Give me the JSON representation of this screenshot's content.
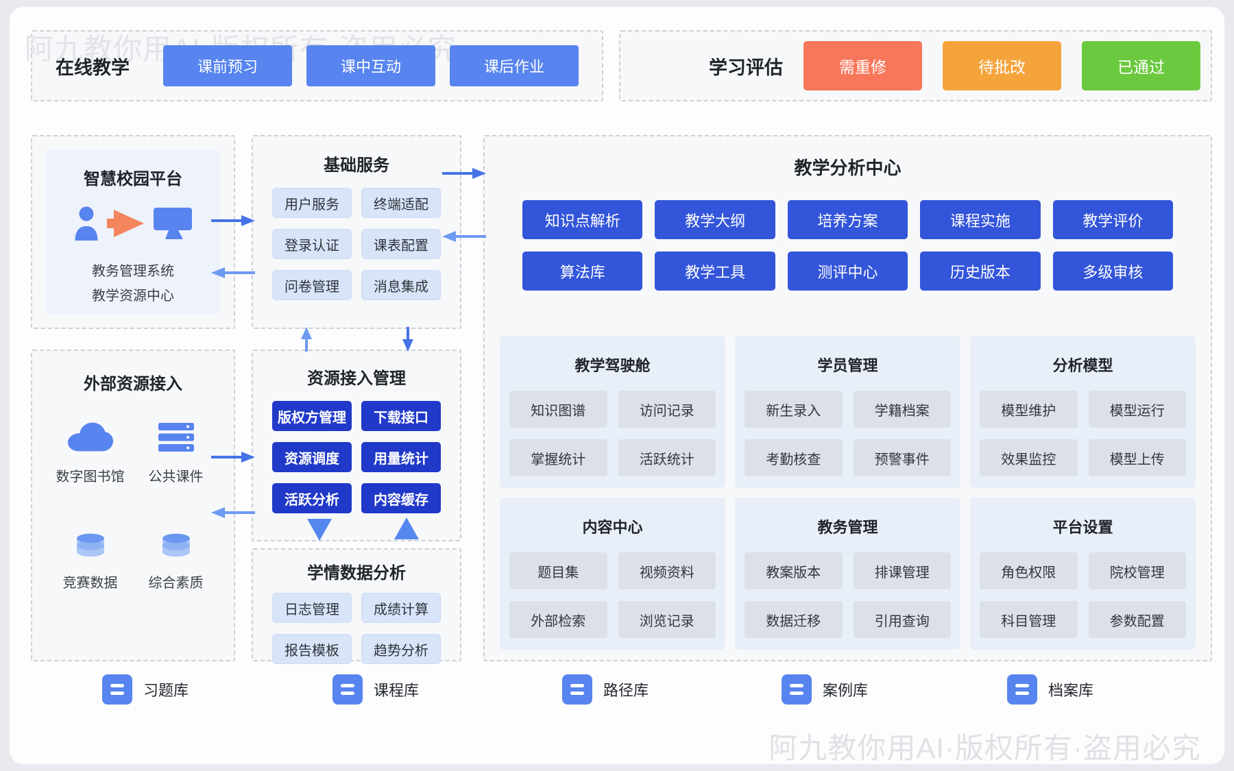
{
  "watermark": {
    "text": "阿九教你用AI·版权所有·盗用必究"
  },
  "online_teaching": {
    "label": "在线教学",
    "buttons": [
      "课前预习",
      "课中互动",
      "课后作业"
    ]
  },
  "evaluation": {
    "label": "学习评估",
    "buttons": [
      {
        "label": "需重修",
        "color": "#F8765A"
      },
      {
        "label": "待批改",
        "color": "#F5A43C"
      },
      {
        "label": "已通过",
        "color": "#6BC93F"
      }
    ]
  },
  "smart_campus": {
    "title": "智慧校园平台",
    "line1": "教务管理系统",
    "line2": "教学资源中心"
  },
  "external_resources": {
    "title": "外部资源接入",
    "items": [
      {
        "icon": "cloud-icon",
        "label": "数字图书馆"
      },
      {
        "icon": "server-icon",
        "label": "公共课件"
      },
      {
        "icon": "database-icon",
        "label": "竞赛数据"
      },
      {
        "icon": "database-icon",
        "label": "综合素质"
      }
    ]
  },
  "basic_services": {
    "title": "基础服务",
    "cells": [
      "用户服务",
      "终端适配",
      "登录认证",
      "课表配置",
      "问卷管理",
      "消息集成"
    ]
  },
  "resource_management": {
    "title": "资源接入管理",
    "cells": [
      "版权方管理",
      "下载接口",
      "资源调度",
      "用量统计",
      "活跃分析",
      "内容缓存"
    ]
  },
  "learning_data": {
    "title": "学情数据分析",
    "cells": [
      "日志管理",
      "成绩计算",
      "报告模板",
      "趋势分析"
    ]
  },
  "analysis_center": {
    "title": "教学分析中心",
    "buttons": [
      "知识点解析",
      "教学大纲",
      "培养方案",
      "课程实施",
      "教学评价",
      "算法库",
      "教学工具",
      "测评中心",
      "历史版本",
      "多级审核"
    ],
    "panels": [
      {
        "title": "教学驾驶舱",
        "cells": [
          "知识图谱",
          "访问记录",
          "掌握统计",
          "活跃统计"
        ]
      },
      {
        "title": "学员管理",
        "cells": [
          "新生录入",
          "学籍档案",
          "考勤核查",
          "预警事件"
        ]
      },
      {
        "title": "分析模型",
        "cells": [
          "模型维护",
          "模型运行",
          "效果监控",
          "模型上传"
        ]
      },
      {
        "title": "内容中心",
        "cells": [
          "题目集",
          "视频资料",
          "外部检索",
          "浏览记录"
        ]
      },
      {
        "title": "教务管理",
        "cells": [
          "教案版本",
          "排课管理",
          "数据迁移",
          "引用查询"
        ]
      },
      {
        "title": "平台设置",
        "cells": [
          "角色权限",
          "院校管理",
          "科目管理",
          "参数配置"
        ]
      }
    ]
  },
  "legend": {
    "items": [
      "习题库",
      "课程库",
      "路径库",
      "案例库",
      "档案库"
    ]
  },
  "colors": {
    "primary_blue": "#5784EE",
    "analysis_blue": "#3355D9",
    "deep_blue": "#2139C8",
    "warn_red": "#F8765A",
    "pending_orange": "#F5A43C",
    "pass_green": "#6BC93F",
    "accent_orange": "#F4845C",
    "arrow_dark": "#4573E6",
    "arrow_light": "#6E9AF2"
  }
}
